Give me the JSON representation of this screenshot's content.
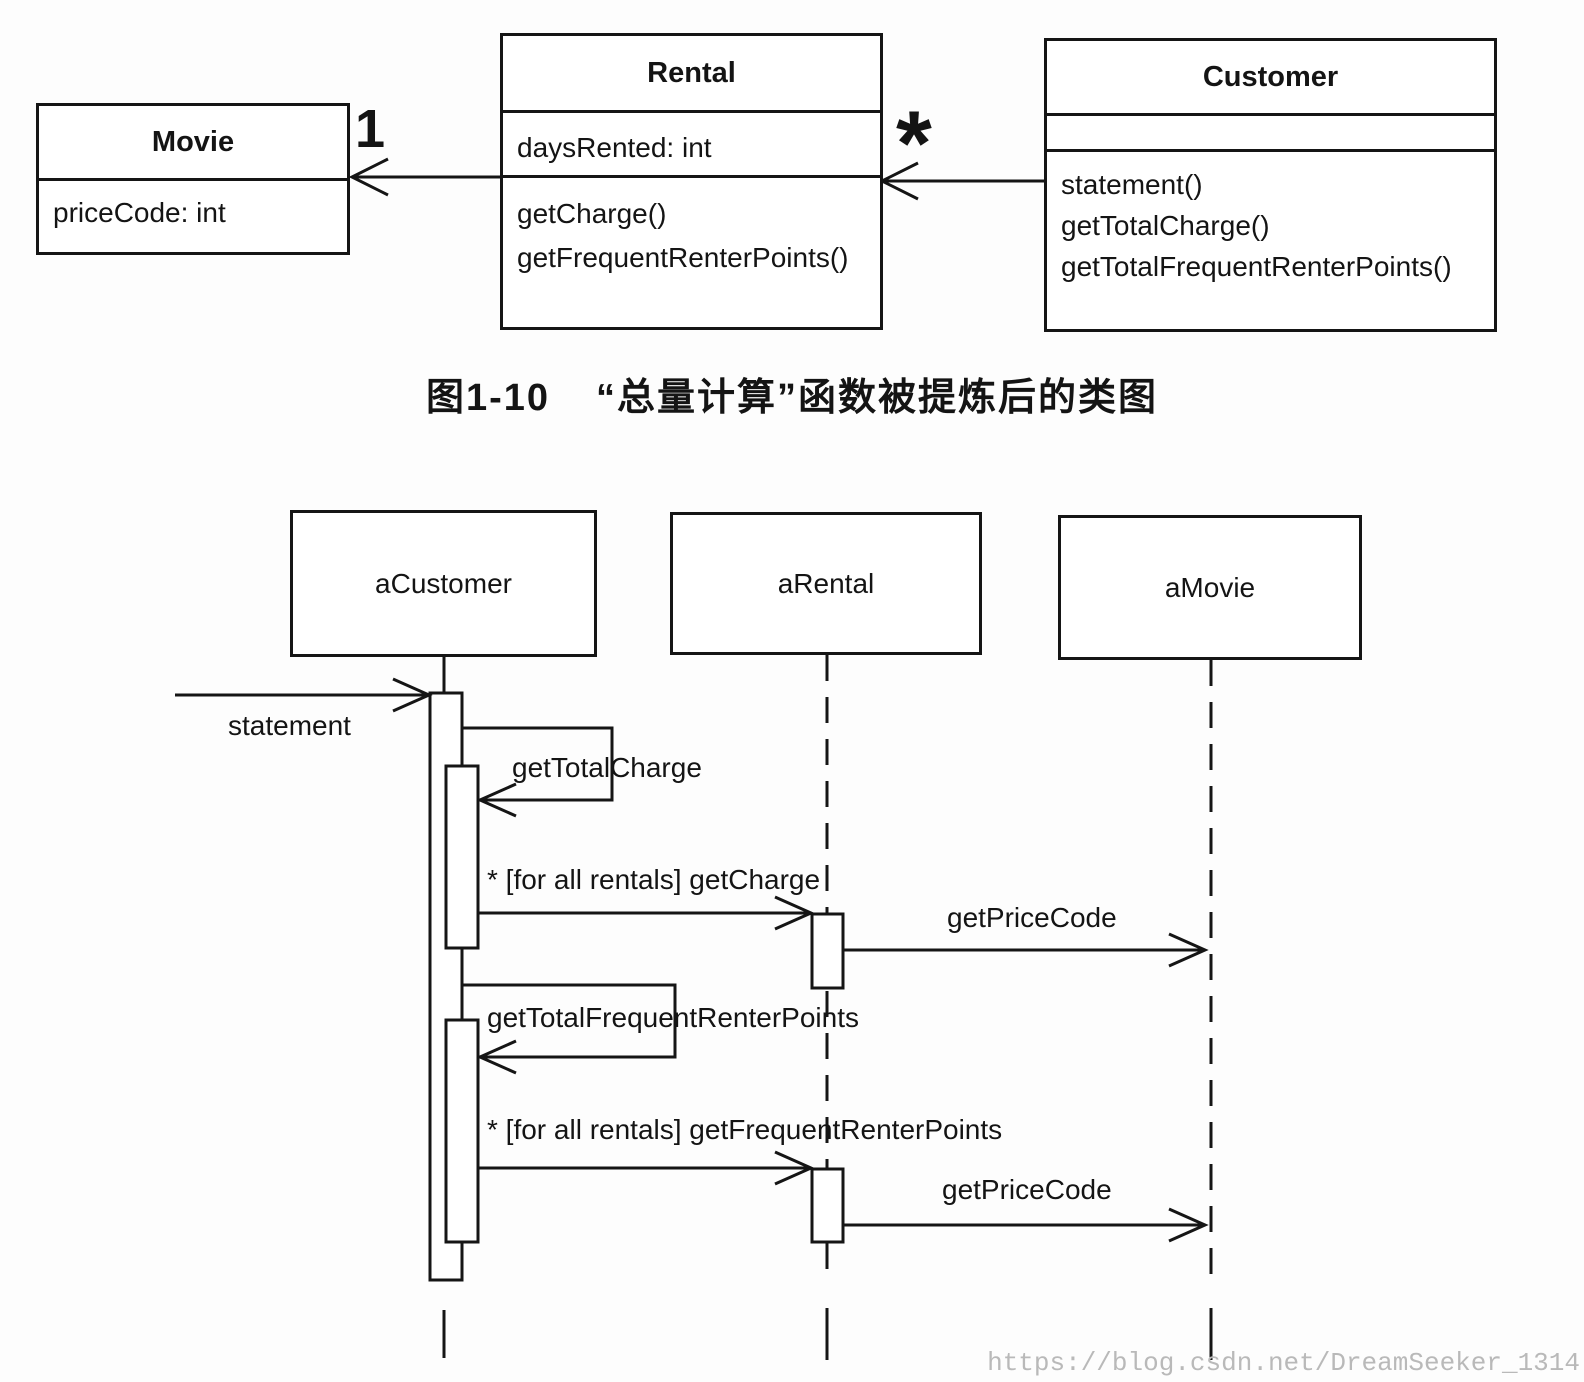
{
  "class_diagram": {
    "classes": [
      {
        "name": "Movie",
        "attributes": [
          "priceCode: int"
        ],
        "methods": []
      },
      {
        "name": "Rental",
        "attributes": [
          "daysRented: int"
        ],
        "methods": [
          "getCharge()",
          "getFrequentRenterPoints()"
        ]
      },
      {
        "name": "Customer",
        "attributes": [],
        "methods": [
          "statement()",
          "getTotalCharge()",
          "getTotalFrequentRenterPoints()"
        ]
      }
    ],
    "associations": [
      {
        "from": "Rental",
        "to": "Movie",
        "multiplicity": "1"
      },
      {
        "from": "Customer",
        "to": "Rental",
        "multiplicity": "*"
      }
    ]
  },
  "caption": {
    "label": "图1-10",
    "text": "“总量计算”函数被提炼后的类图"
  },
  "sequence_diagram": {
    "objects": [
      "aCustomer",
      "aRental",
      "aMovie"
    ],
    "messages": {
      "statement": "statement",
      "get_total_charge": "getTotalCharge",
      "for_all_rentals_get_charge": "* [for all rentals] getCharge",
      "get_price_code_1": "getPriceCode",
      "get_total_frequent_renter_points": "getTotalFrequentRenterPoints",
      "for_all_rentals_get_frequent_renter_points": "* [for all rentals] getFrequentRenterPoints",
      "get_price_code_2": "getPriceCode"
    }
  },
  "watermark": "https://blog.csdn.net/DreamSeeker_1314",
  "colors": {
    "ink": "#151515",
    "paper": "#fdfdfd",
    "watermark": "#b9b9b9"
  }
}
